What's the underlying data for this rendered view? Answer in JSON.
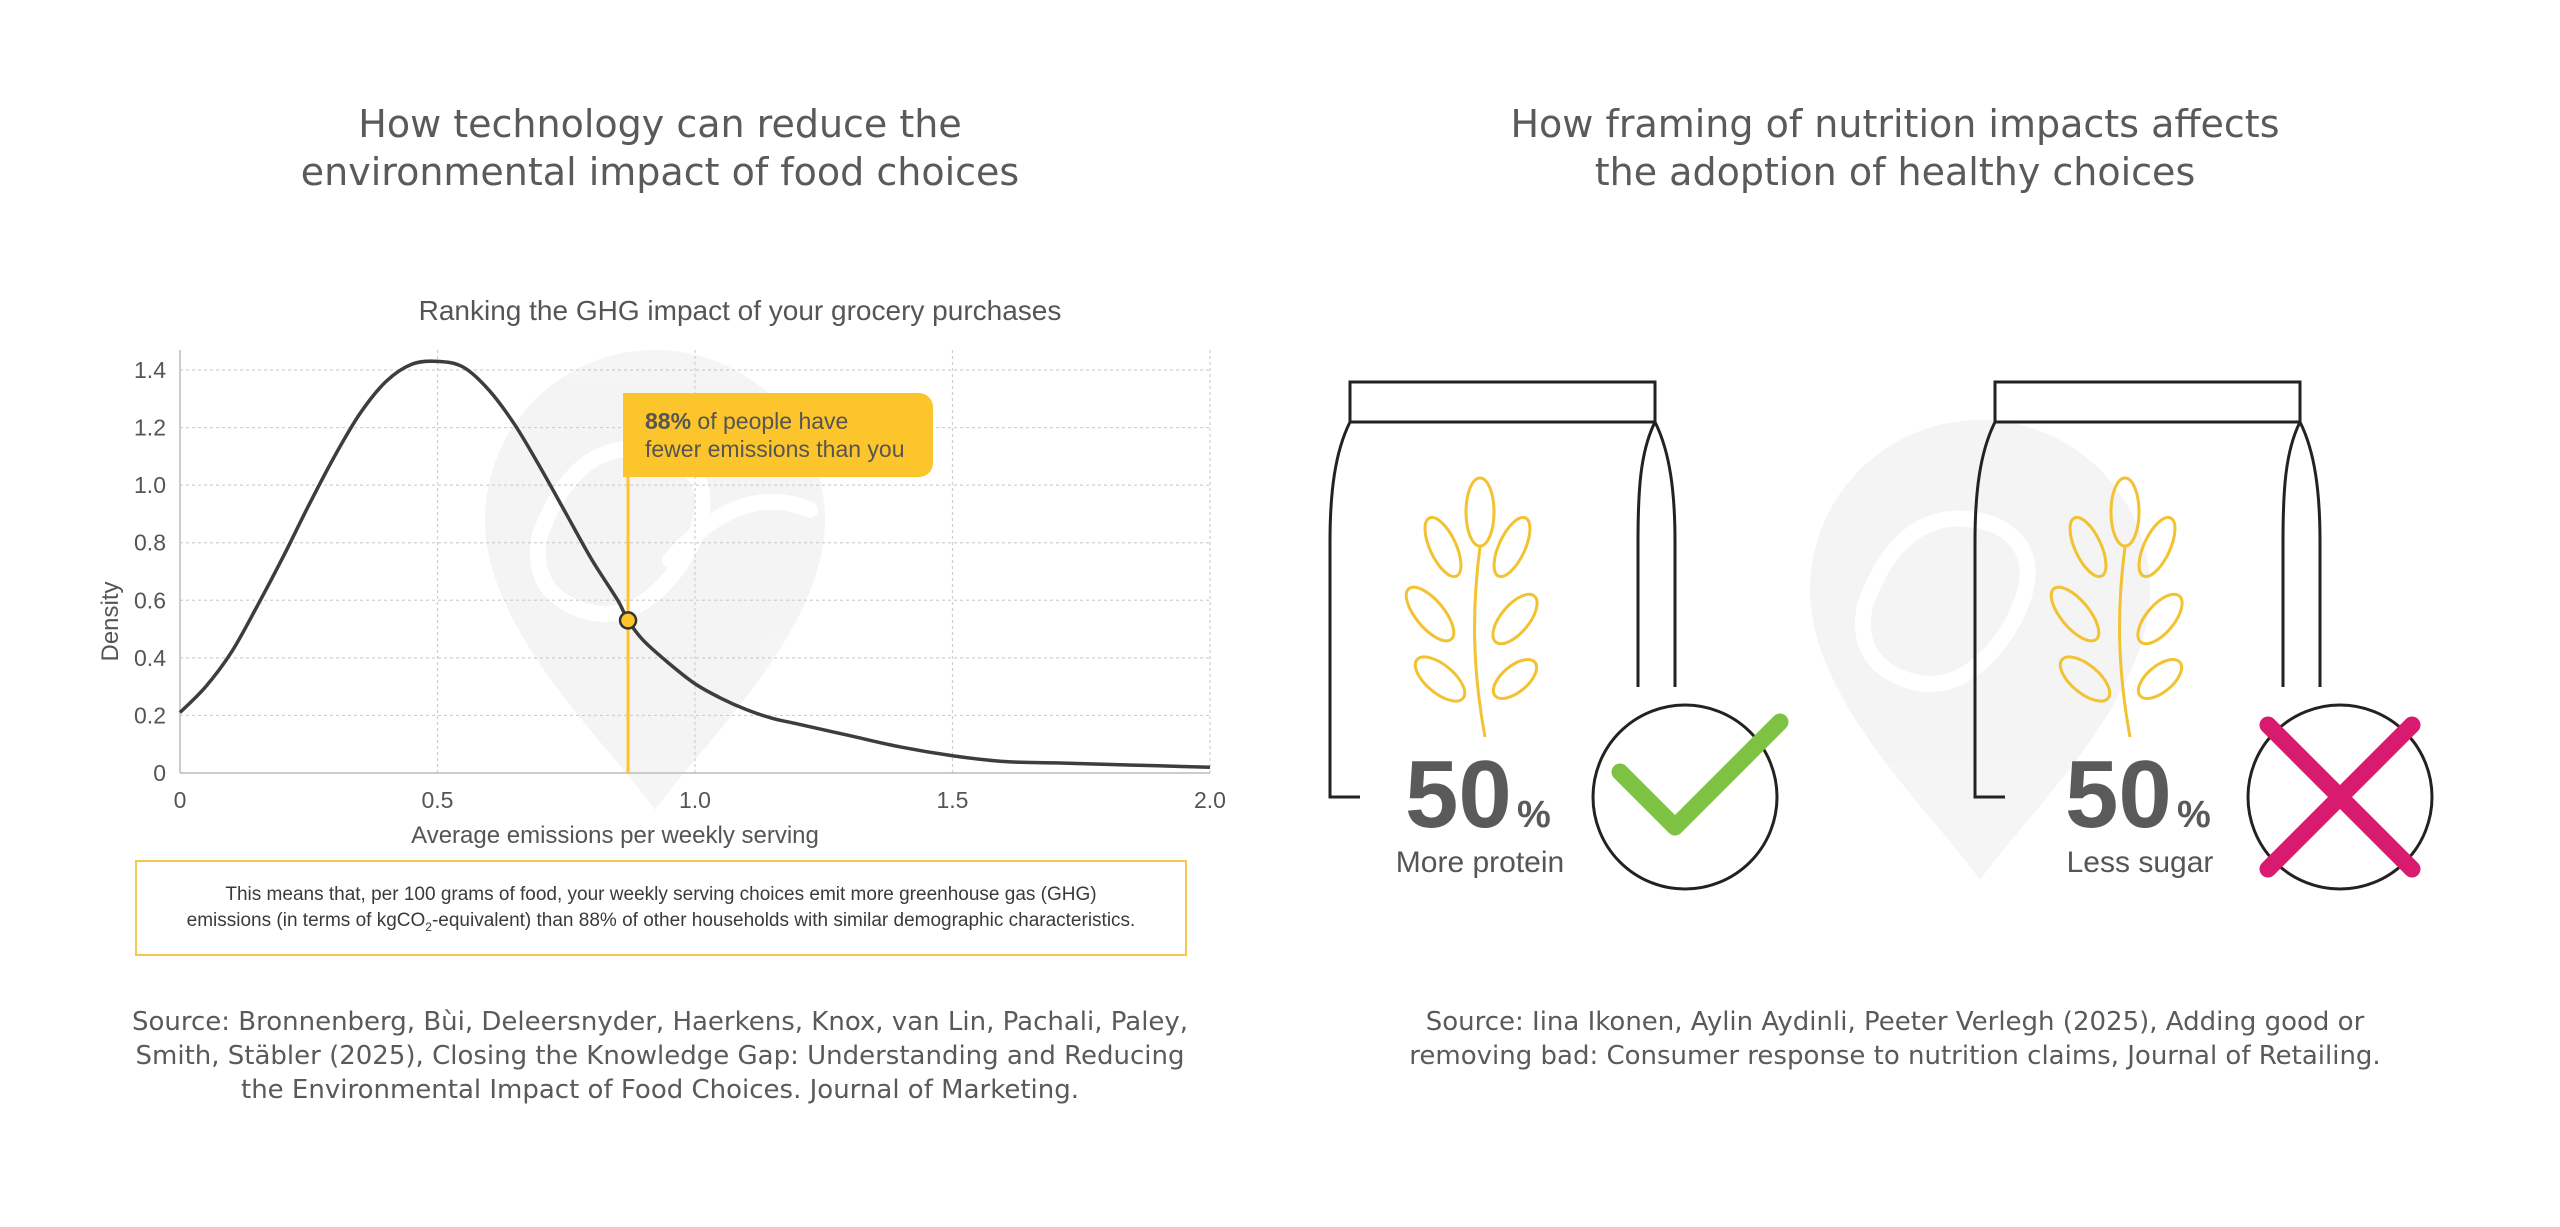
{
  "left_panel": {
    "title_lines": [
      "How technology can reduce the",
      "environmental impact of food choices"
    ],
    "callout": {
      "percent": "88%",
      "rest_line1": " of people have",
      "line2": "fewer emissions than you"
    },
    "explanation": {
      "line1": "This means that, per 100 grams of food, your weekly serving choices emit more greenhouse gas (GHG)",
      "line2_before": "emissions (in terms of kgCO",
      "line2_sub": "2",
      "line2_after": "-equivalent) than 88% of other households with similar demographic characteristics."
    },
    "source_lines": [
      "Source: Bronnenberg, Bùi, Deleersnyder, Haerkens, Knox, van Lin, Pachali, Paley,",
      "Smith, Stäbler (2025), Closing the Knowledge Gap: Understanding and Reducing",
      "the Environmental Impact of Food Choices. Journal of Marketing."
    ]
  },
  "right_panel": {
    "title_lines": [
      "How framing of nutrition impacts affects",
      "the adoption of healthy choices"
    ],
    "claims": [
      {
        "number": "50",
        "unit": "%",
        "label": "More protein",
        "mark": "check-icon",
        "mark_color": "#7dc242"
      },
      {
        "number": "50",
        "unit": "%",
        "label": "Less sugar",
        "mark": "cross-icon",
        "mark_color": "#d81b6e"
      }
    ],
    "source_lines": [
      "Source: Iina Ikonen, Aylin Aydinli, Peeter Verlegh (2025), Adding good or",
      "removing bad: Consumer response to nutrition claims, Journal of Retailing."
    ]
  },
  "colors": {
    "curve": "#3d3d3d",
    "highlight": "#fcc52b",
    "grid": "#cfcfcf",
    "text": "#555555"
  },
  "chart_data": {
    "type": "line",
    "title": "Ranking the GHG impact of your grocery purchases",
    "xlabel": "Average emissions per weekly serving",
    "ylabel": "Density",
    "xlim": [
      0,
      2.0
    ],
    "ylim": [
      0,
      1.4
    ],
    "xticks": [
      "0",
      "0.5",
      "1.0",
      "1.5",
      "2.0"
    ],
    "yticks": [
      "0",
      "0.2",
      "0.4",
      "0.6",
      "0.8",
      "1.0",
      "1.2",
      "1.4"
    ],
    "grid": true,
    "series": [
      {
        "x": [
          0,
          0.05,
          0.1,
          0.15,
          0.2,
          0.25,
          0.3,
          0.35,
          0.4,
          0.45,
          0.5,
          0.55,
          0.6,
          0.65,
          0.7,
          0.75,
          0.8,
          0.85,
          0.87,
          0.9,
          0.95,
          1.0,
          1.05,
          1.1,
          1.15,
          1.2,
          1.3,
          1.4,
          1.5,
          1.6,
          1.7,
          1.8,
          1.9,
          2.0
        ],
        "y": [
          0.21,
          0.3,
          0.42,
          0.58,
          0.75,
          0.93,
          1.1,
          1.25,
          1.36,
          1.42,
          1.43,
          1.41,
          1.33,
          1.21,
          1.06,
          0.9,
          0.74,
          0.6,
          0.53,
          0.46,
          0.38,
          0.31,
          0.26,
          0.22,
          0.19,
          0.17,
          0.13,
          0.09,
          0.06,
          0.04,
          0.035,
          0.03,
          0.025,
          0.02
        ]
      }
    ],
    "highlight": {
      "x": 0.87,
      "y": 0.53
    }
  }
}
